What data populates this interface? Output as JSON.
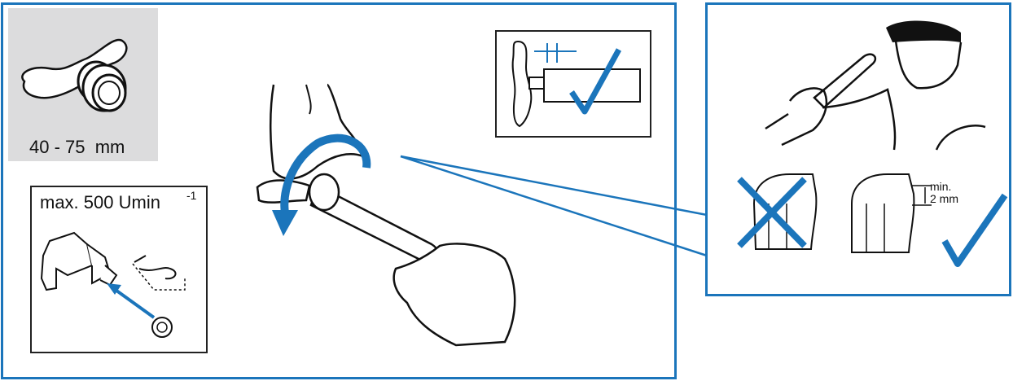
{
  "size_range": {
    "label": "40 - 75  mm"
  },
  "speed": {
    "label": "max. 500 Umin",
    "exponent": "-1"
  },
  "chamfer": {
    "min_label": "min.",
    "min_value": "2 mm"
  },
  "colors": {
    "accent": "#1b75bb",
    "wrong": "#1b75bb",
    "ok": "#1b75bb",
    "grey_box": "#dcdcdd"
  },
  "icons": [
    "deburring-tool-icon",
    "drill-icon",
    "rotation-arrow-icon",
    "checkmark-icon",
    "cross-icon",
    "pipe-icon",
    "person-inspecting-icon"
  ]
}
